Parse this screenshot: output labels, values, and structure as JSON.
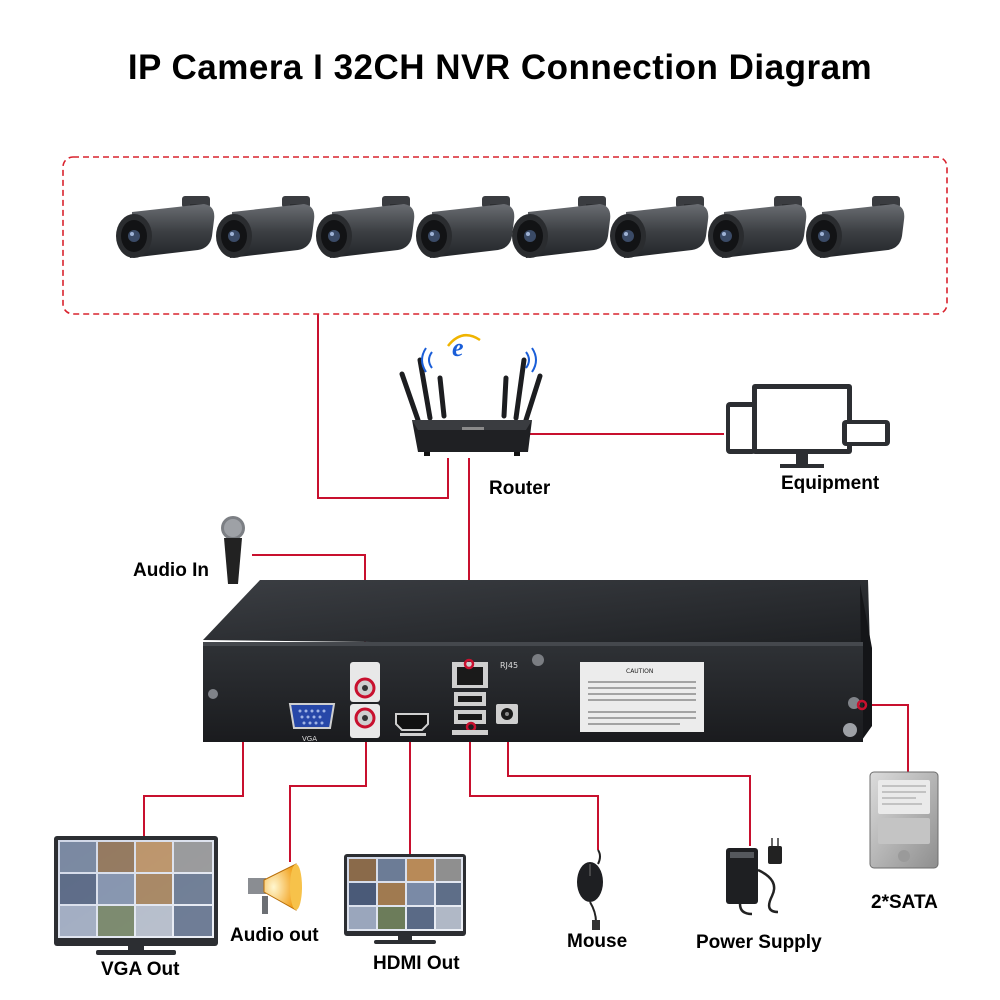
{
  "title": "IP Camera I 32CH NVR Connection Diagram",
  "labels": {
    "router": "Router",
    "equipment": "Equipment",
    "audio_in": "Audio In",
    "vga_out": "VGA Out",
    "audio_out": "Audio out",
    "hdmi_out": "HDMI Out",
    "mouse": "Mouse",
    "power_supply": "Power Supply",
    "sata": "2*SATA"
  },
  "nvr_panel": {
    "rj45": "RJ45",
    "vga": "VGA",
    "caution": "CAUTION"
  },
  "colors": {
    "connector_line": "#c8102e",
    "camera_frame": "#d9232e",
    "device_body": "#2b2d30"
  },
  "icons": [
    "camera-icon",
    "router-icon",
    "ie-logo-icon",
    "monitor-icon",
    "microphone-icon",
    "speaker-icon",
    "mouse-icon",
    "power-adapter-icon",
    "hard-drive-icon"
  ]
}
